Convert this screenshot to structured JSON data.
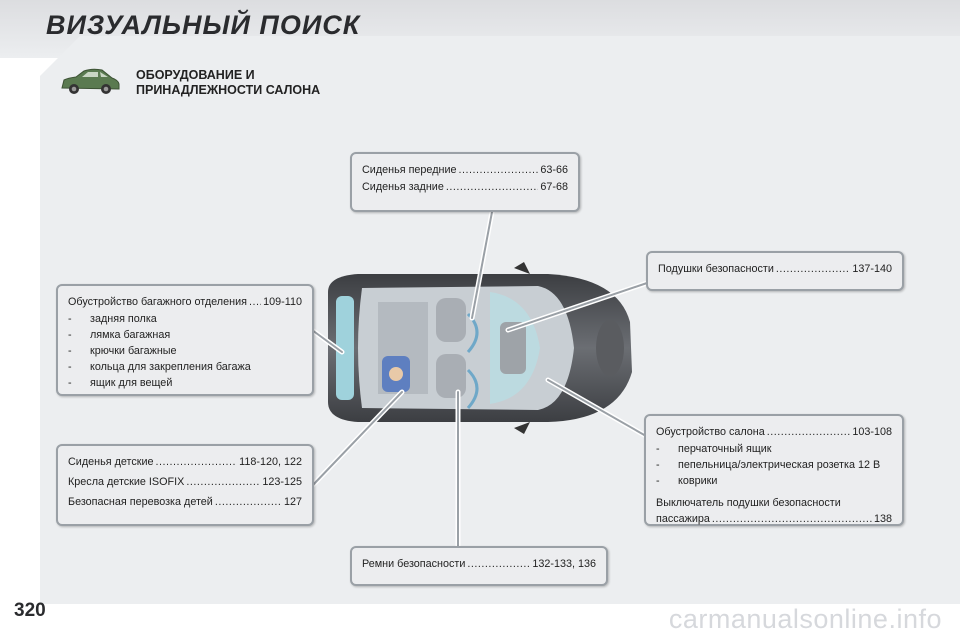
{
  "page": {
    "title": "ВИЗУАЛЬНЫЙ ПОИСК",
    "page_number": "320",
    "watermark": "carmanualsonline.info"
  },
  "section": {
    "title_line1": "ОБОРУДОВАНИЕ И",
    "title_line2": "ПРИНАДЛЕЖНОСТИ САЛОНА",
    "icon": "car-side-icon"
  },
  "boxes": {
    "seats": {
      "rows": [
        {
          "label": "Сиденья передние",
          "pages": "63-66"
        },
        {
          "label": "Сиденья задние",
          "pages": "67-68"
        }
      ]
    },
    "airbags": {
      "rows": [
        {
          "label": "Подушки безопасности",
          "pages": "137-140"
        }
      ]
    },
    "boot": {
      "rows": [
        {
          "label": "Обустройство багажного отделения",
          "pages": "109-110"
        }
      ],
      "items": [
        "задняя полка",
        "лямка багажная",
        "крючки багажные",
        "кольца для закрепления багажа",
        "ящик для вещей"
      ]
    },
    "interior": {
      "rows": [
        {
          "label": "Обустройство салона",
          "pages": "103-108"
        }
      ],
      "items": [
        "перчаточный ящик",
        "пепельница/электрическая розетка 12 В",
        "коврики"
      ],
      "extra_line1": "Выключатель подушки безопасности",
      "extra_label": "пассажира",
      "extra_pages": "138"
    },
    "child": {
      "rows": [
        {
          "label": "Сиденья детские",
          "pages": "118-120, 122"
        },
        {
          "label": "Кресла детские ISOFIX",
          "pages": "123-125"
        },
        {
          "label": "Безопасная перевозка детей",
          "pages": "127"
        }
      ]
    },
    "belts": {
      "rows": [
        {
          "label": "Ремни безопасности",
          "pages": "132-133, 136"
        }
      ]
    }
  },
  "colors": {
    "panel": "#eceef0",
    "box_border": "#9aa0a6",
    "car_body": "#4a4c50",
    "car_icon": "#5a7a50"
  }
}
